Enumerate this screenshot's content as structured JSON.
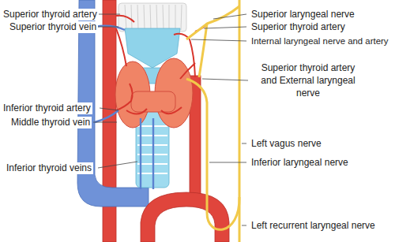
{
  "diagram": {
    "labels": [
      "Superior thyroid artery",
      "Superior laryngeal nerve",
      "Superior thyroid vein",
      "Superior thyroid artery",
      "Internal laryngeal nerve and artery",
      "Superior thyroid artery and External laryngeal nerve",
      "Inferior thyroid artery",
      "Middle thyroid vein",
      "Left vagus nerve",
      "Inferior laryngeal nerve",
      "Inferior thyroid veins",
      "Left recurrent laryngeal nerve"
    ]
  }
}
